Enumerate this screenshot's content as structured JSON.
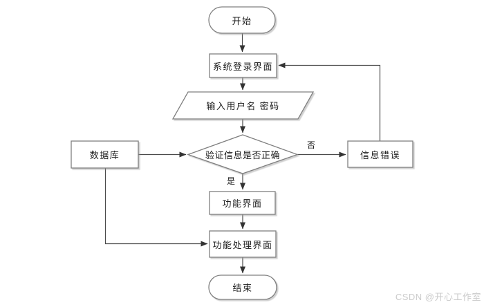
{
  "page": {
    "background": "#ffffff",
    "watermark": "CSDN @开心工作室"
  },
  "flowchart": {
    "description": "login verification flow",
    "nodes": {
      "start": {
        "label": "开始",
        "type": "terminator"
      },
      "login": {
        "label": "系统登录界面",
        "type": "process"
      },
      "input": {
        "label": "输入用户名 密码",
        "type": "input-output"
      },
      "verify": {
        "label": "验证信息是否正确",
        "type": "decision"
      },
      "database": {
        "label": "数据库",
        "type": "process"
      },
      "error": {
        "label": "信息错误",
        "type": "process"
      },
      "function_ui": {
        "label": "功能界面",
        "type": "process"
      },
      "processing_ui": {
        "label": "功能处理界面",
        "type": "process"
      },
      "end": {
        "label": "结束",
        "type": "terminator"
      }
    },
    "edges": [
      {
        "from": "start",
        "to": "login",
        "label": ""
      },
      {
        "from": "login",
        "to": "input",
        "label": ""
      },
      {
        "from": "input",
        "to": "verify",
        "label": ""
      },
      {
        "from": "verify",
        "to": "function_ui",
        "label": "是"
      },
      {
        "from": "verify",
        "to": "error",
        "label": "否"
      },
      {
        "from": "error",
        "to": "login",
        "label": ""
      },
      {
        "from": "database",
        "to": "verify",
        "label": ""
      },
      {
        "from": "database",
        "to": "processing_ui",
        "label": ""
      },
      {
        "from": "function_ui",
        "to": "processing_ui",
        "label": ""
      },
      {
        "from": "processing_ui",
        "to": "end",
        "label": ""
      }
    ],
    "colors": {
      "node_fill": "#ffffff",
      "node_border": "#7f7f7f",
      "line": "#4a4a4a",
      "arrowhead": "#333333",
      "text": "#1c1c1c",
      "watermark": "#cbcbcb"
    }
  }
}
